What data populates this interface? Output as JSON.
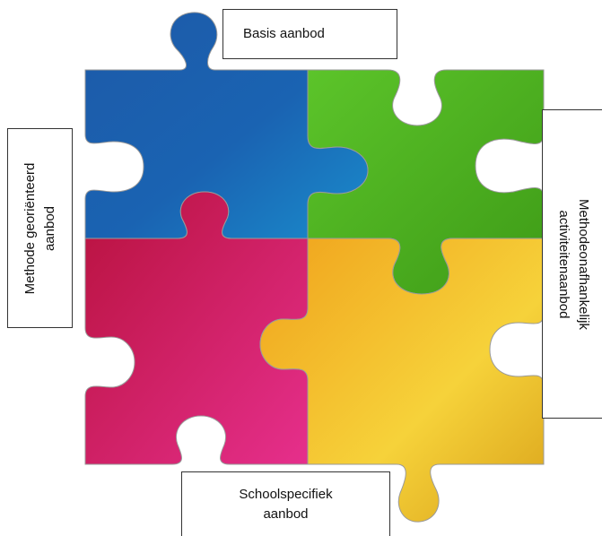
{
  "labels": {
    "top": "Basis aanbod",
    "left": [
      "Methode georiënteerd",
      "aanbod"
    ],
    "right": [
      "Methodeonafhankelijk",
      "activiteitenaanbod"
    ],
    "bottom": [
      "Schoolspecifiek",
      "aanbod"
    ]
  },
  "colors": {
    "blue": "#1a5fae",
    "green": "#4fb51e",
    "red": "#c8174f",
    "yellow": "#f2b91a",
    "edge": "#b8b8b8"
  }
}
